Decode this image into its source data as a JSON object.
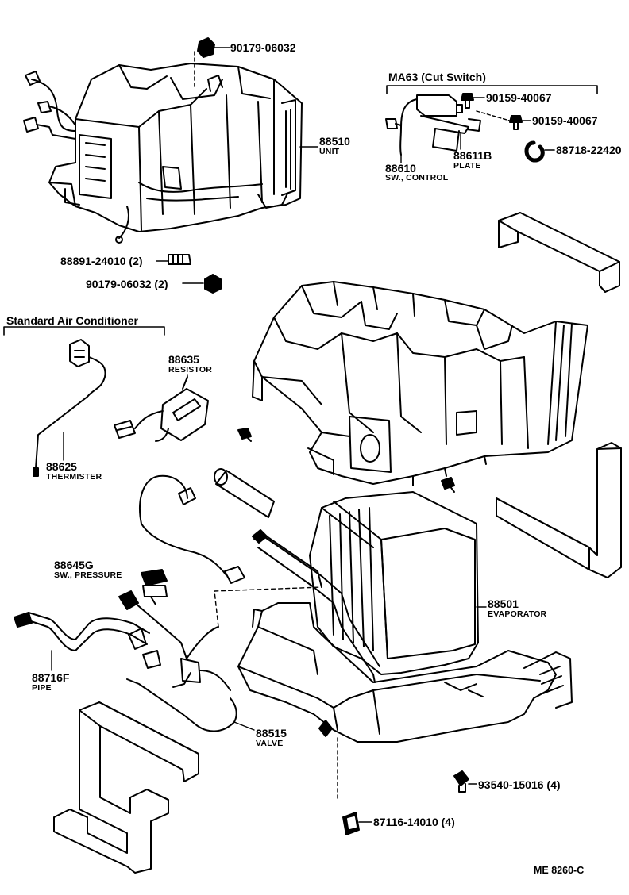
{
  "colors": {
    "ink": "#000000",
    "paper": "#ffffff"
  },
  "headers": {
    "ma63": "MA63 (Cut Switch)",
    "standard": "Standard Air Conditioner"
  },
  "parts": {
    "p90179_06032_top": "90179-06032",
    "p88510": "88510",
    "p88510_name": "UNIT",
    "p90159_40067_a": "90159-40067",
    "p90159_40067_b": "90159-40067",
    "p88611b": "88611B",
    "p88611b_name": "PLATE",
    "p88718_22420": "88718-22420",
    "p88610": "88610",
    "p88610_name": "SW., CONTROL",
    "p88891_24010": "88891-24010 (2)",
    "p90179_06032_2": "90179-06032 (2)",
    "p88635": "88635",
    "p88635_name": "RESISTOR",
    "p88625": "88625",
    "p88625_name": "THERMISTER",
    "p88645g": "88645G",
    "p88645g_name": "SW., PRESSURE",
    "p88716f": "88716F",
    "p88716f_name": "PIPE",
    "p88501": "88501",
    "p88501_name": "EVAPORATOR",
    "p88515": "88515",
    "p88515_name": "VALVE",
    "p93540_15016": "93540-15016 (4)",
    "p87116_14010": "87116-14010 (4)"
  },
  "reference": "ME  8260-C",
  "icons": [
    "bolt-icon",
    "nut-icon",
    "clip-icon",
    "o-ring-icon",
    "screw-icon",
    "connector-icon"
  ]
}
